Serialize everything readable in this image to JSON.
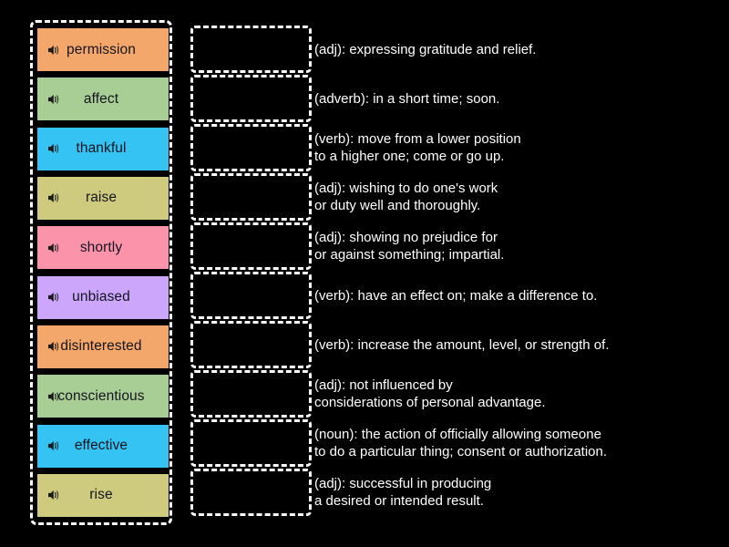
{
  "activity": {
    "type": "match-up-drag-and-drop",
    "background_color": "#000000",
    "tile_text_color": "#14141e",
    "definition_text_color": "#ffffff",
    "border_color": "#ffffff"
  },
  "word_bank": {
    "name": "word-bank",
    "icon": "speaker-icon",
    "tiles": [
      {
        "label": "permission",
        "color": "#f4a76a"
      },
      {
        "label": "affect",
        "color": "#a8ce96"
      },
      {
        "label": "thankful",
        "color": "#35c3f3"
      },
      {
        "label": "raise",
        "color": "#cecb7e"
      },
      {
        "label": "shortly",
        "color": "#fb93ab"
      },
      {
        "label": "unbiased",
        "color": "#cba6fb"
      },
      {
        "label": "disinterested",
        "color": "#f4a76a"
      },
      {
        "label": "conscientious",
        "color": "#a8ce96"
      },
      {
        "label": "effective",
        "color": "#35c3f3"
      },
      {
        "label": "rise",
        "color": "#cecb7e"
      }
    ]
  },
  "drop_zones": [
    {
      "label": "",
      "height": 52
    },
    {
      "label": "",
      "height": 52
    },
    {
      "label": "",
      "height": 52
    },
    {
      "label": "",
      "height": 52
    },
    {
      "label": "",
      "height": 52
    },
    {
      "label": "",
      "height": 52
    },
    {
      "label": "",
      "height": 52
    },
    {
      "label": "",
      "height": 52
    },
    {
      "label": "",
      "height": 52
    },
    {
      "label": "",
      "height": 52
    }
  ],
  "definitions": [
    {
      "lines": [
        "(adj): expressing gratitude and relief."
      ]
    },
    {
      "lines": [
        "(adverb): in a short time; soon."
      ]
    },
    {
      "lines": [
        "(verb): move from a lower position",
        "to a higher one; come or go up."
      ]
    },
    {
      "lines": [
        "(adj): wishing to do one's work",
        "or duty well and thoroughly."
      ]
    },
    {
      "lines": [
        "(adj): showing no prejudice for",
        "or against something; impartial."
      ]
    },
    {
      "lines": [
        "(verb): have an effect on; make a difference to."
      ]
    },
    {
      "lines": [
        "(verb): increase the amount, level, or strength of."
      ]
    },
    {
      "lines": [
        "(adj): not influenced by",
        "considerations of personal advantage."
      ]
    },
    {
      "lines": [
        "(noun): the action of officially allowing someone",
        "to do a particular thing; consent or authorization."
      ]
    },
    {
      "lines": [
        "(adj): successful in producing",
        "a desired or intended result."
      ]
    }
  ]
}
